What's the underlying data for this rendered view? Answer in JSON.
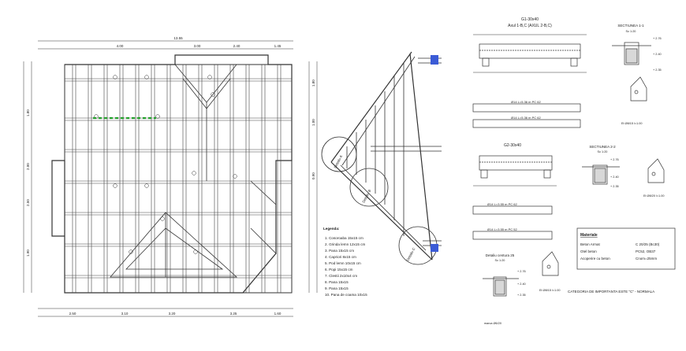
{
  "beams": {
    "g1_title": "G1-30x40",
    "g1_axis": "Axul 1-B,C (AXUL 2-B,C)",
    "g2_title": "G2-30x40",
    "g1_bar_long": "Ø14  L=5.36 m   PC 62",
    "g1_bar_short": "Ø14  L=5.36 m   PC 62",
    "g2_bar_top": "Ø14  L=3.55 m   PC 62",
    "g2_bar_bot": "Ø14  L=3.55 m   PC 52",
    "section_1": "SECTIUNEA 1-1",
    "section_1_scale": "Sc 1:20",
    "section_2": "SECTIUNEA 2-2",
    "section_2_scale": "Sc 1:20",
    "detail": "Detaliu centura 25",
    "detail_scale": "Sc 1:20",
    "level_pos": "+ 2.76",
    "level_mid": "+ 2.40",
    "level_neg": "+ 2.35",
    "stirrup_tag": "Et Ø8/15 l=1.00",
    "stirrup_tag_2": "Et Ø8/20 l=1.00",
    "marca": "marca Ø6/20"
  },
  "legend": {
    "title": "Legenda:",
    "items": [
      "1. Cosoroaba  15x15 cm",
      "2. Grinda lemn 12x15 cm",
      "3. Pana  15x15 cm",
      "4. Capriori 8x15 cm",
      "5. Pod lemn 10x15 cm",
      "6. Popi   15x15 cm",
      "7. Clestii 2x10x4 cm",
      "8. Pana   15x15",
      "9. Pana   15x15",
      "10. Pana de coama 10x15"
    ]
  },
  "materials": {
    "title": "Materiale",
    "rows": [
      {
        "label": "Beton Armat",
        "value": "C 20/25 (Bc30)"
      },
      {
        "label": "Otel beton",
        "value": "PC52, OB37"
      },
      {
        "label": "Acoperire cu beton",
        "value": "Cnom=25mm"
      }
    ]
  },
  "footnote": "CATEGORIA DE IMPORTANTA ESTE \"C\" - NORMALA",
  "plan_dims": {
    "top": [
      "4.00",
      "3.00",
      "2.40",
      "1.45"
    ],
    "bottom": [
      "2.50",
      "3.10",
      "3.20",
      "3.25",
      "1.60"
    ],
    "total": "13.55",
    "left": [
      "1.80",
      "2.00",
      "2.50",
      "1.90"
    ],
    "right": [
      "1.80",
      "1.00",
      "0.90"
    ]
  },
  "truss_labels": [
    "Detaliu A",
    "Detaliu B",
    "Detaliu C"
  ]
}
